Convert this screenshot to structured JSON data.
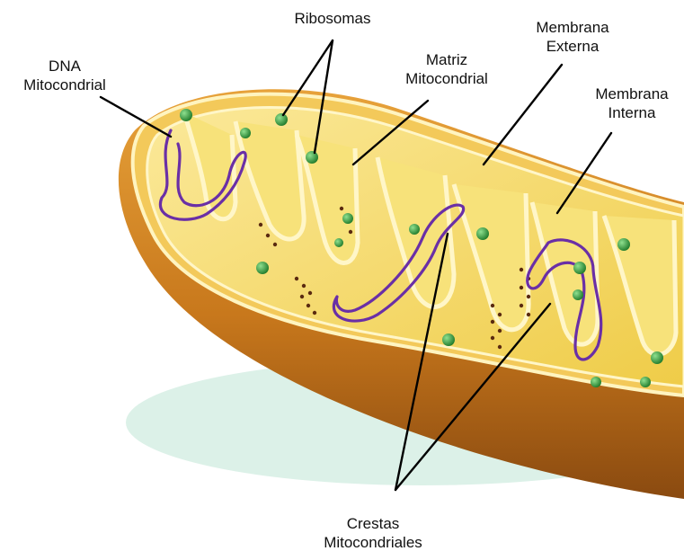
{
  "diagram": {
    "labels": {
      "ribosomas": [
        "Ribosomas"
      ],
      "dna": [
        "DNA",
        "Mitocondrial"
      ],
      "matriz": [
        "Matriz",
        "Mitocondrial"
      ],
      "membrana_externa": [
        "Membrana",
        "Externa"
      ],
      "membrana_interna": [
        "Membrana",
        "Interna"
      ],
      "crestas": [
        "Crestas",
        "Mitocondriales"
      ]
    },
    "colors": {
      "outer_membrane": "#c8781c",
      "outer_membrane_dark": "#8a4a10",
      "inner_membrane": "#f2d45a",
      "matrix": "#f7e27a",
      "cristae_edge": "#fff6c8",
      "ribosome": "#2e9b3a",
      "dna": "#6a2fa6",
      "granules": "#5a2a10",
      "shadow": "#cfe8de",
      "leader_line": "#000000"
    }
  }
}
